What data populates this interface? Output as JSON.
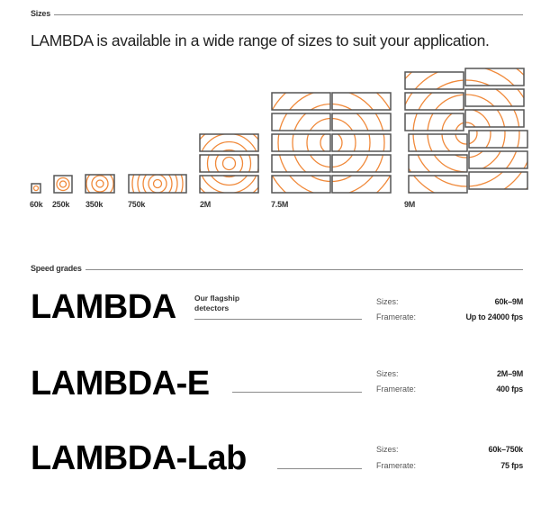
{
  "sizes_section": {
    "heading": "Sizes",
    "intro": "LAMBDA is available in a wide range of sizes to suit your application.",
    "items": [
      {
        "label": "60k"
      },
      {
        "label": "250k"
      },
      {
        "label": "350k"
      },
      {
        "label": "750k"
      },
      {
        "label": "2M"
      },
      {
        "label": "7.5M"
      },
      {
        "label": "9M"
      }
    ],
    "colors": {
      "ring": "#f0893a",
      "frame": "#555555"
    }
  },
  "speed_section": {
    "heading": "Speed grades",
    "grades": [
      {
        "name": "LAMBDA",
        "description_line1": "Our flagship",
        "description_line2": "detectors",
        "sizes_key": "Sizes:",
        "sizes_value": "60k–9M",
        "framerate_key": "Framerate:",
        "framerate_value": "Up to 24000 fps"
      },
      {
        "name": "LAMBDA-E",
        "sizes_key": "Sizes:",
        "sizes_value": "2M–9M",
        "framerate_key": "Framerate:",
        "framerate_value": "400 fps"
      },
      {
        "name": "LAMBDA-Lab",
        "sizes_key": "Sizes:",
        "sizes_value": "60k–750k",
        "framerate_key": "Framerate:",
        "framerate_value": "75 fps"
      }
    ]
  }
}
